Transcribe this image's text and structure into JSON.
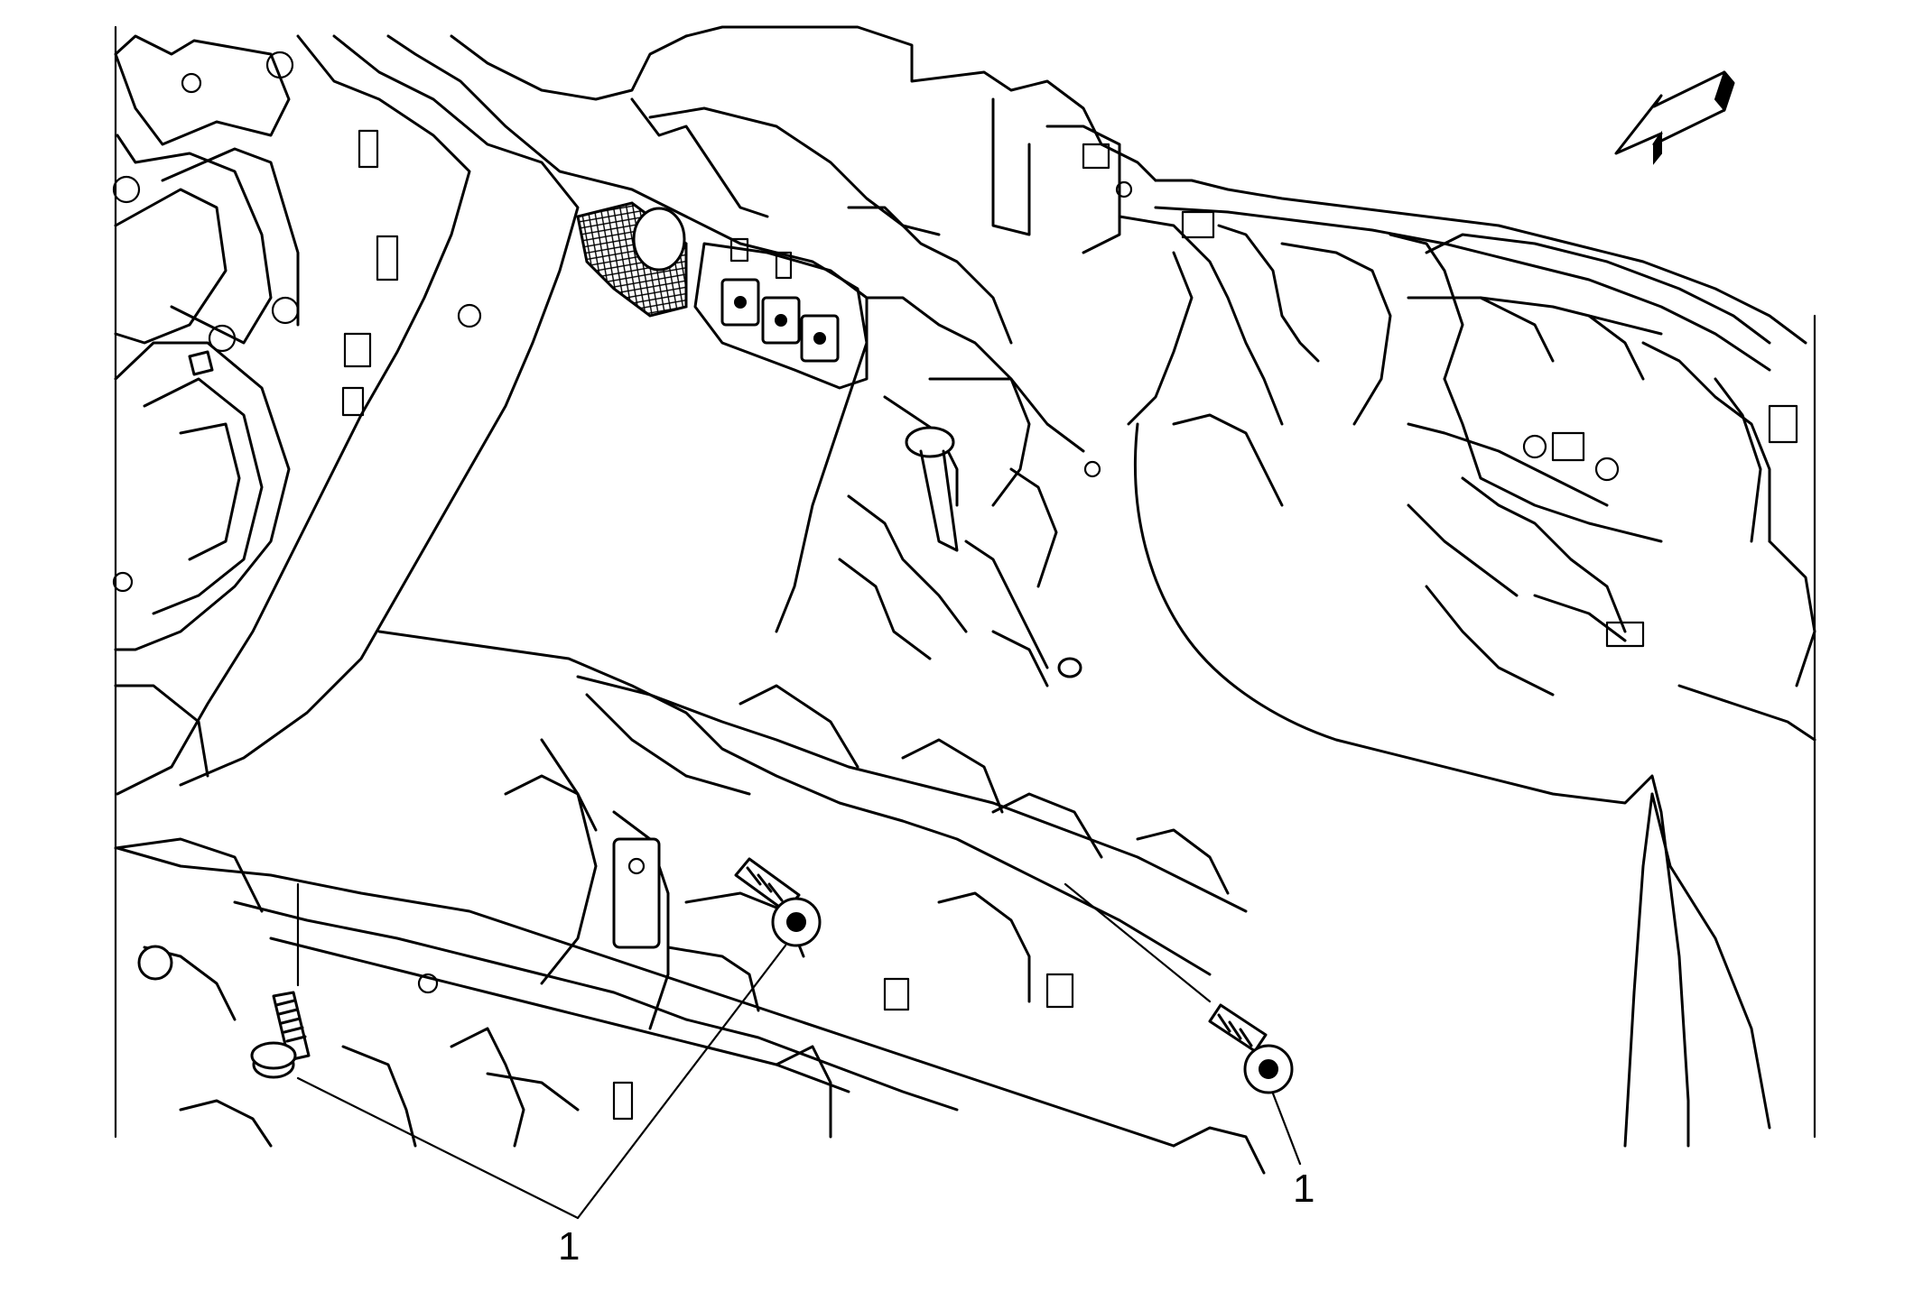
{
  "figure": {
    "callouts": [
      {
        "id": "callout-left",
        "label": "1"
      },
      {
        "id": "callout-right",
        "label": "1"
      }
    ],
    "orientation_icon": "front-direction-arrow-icon"
  }
}
